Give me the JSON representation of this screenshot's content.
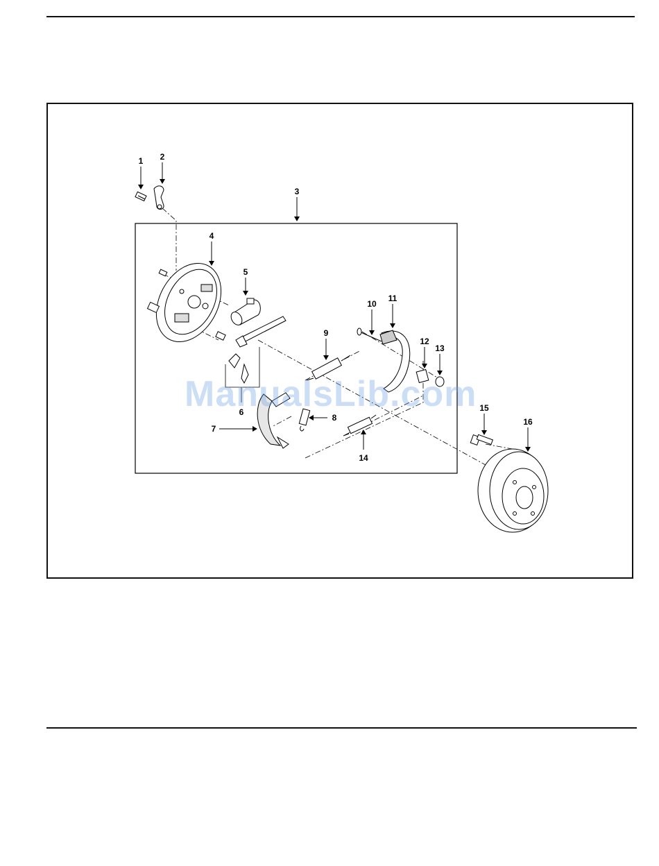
{
  "diagram": {
    "callouts": {
      "c1": "1",
      "c2": "2",
      "c3": "3",
      "c4": "4",
      "c5": "5",
      "c6": "6",
      "c7": "7",
      "c8": "8",
      "c9": "9",
      "c10": "10",
      "c11": "11",
      "c12": "12",
      "c13": "13",
      "c14": "14",
      "c15": "15",
      "c16": "16"
    }
  },
  "watermark": {
    "text": "ManualsLib.com"
  }
}
